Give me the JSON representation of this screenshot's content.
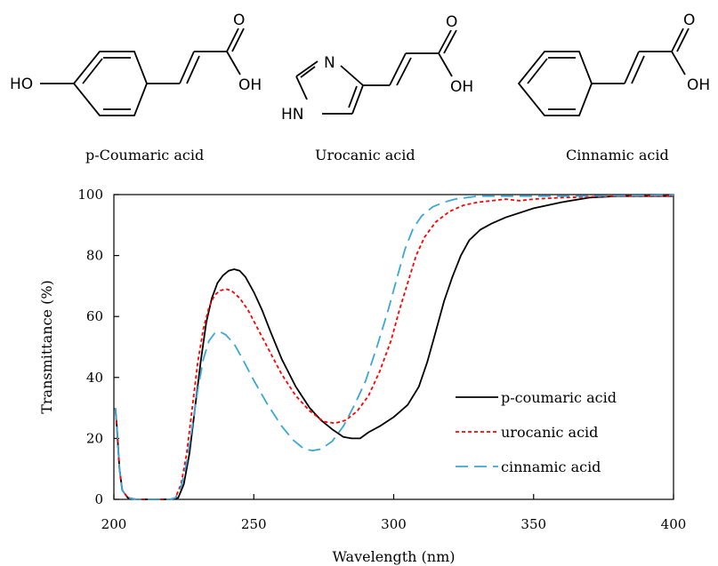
{
  "structures": [
    {
      "caption": "p-Coumaric acid",
      "atoms": {
        "ho": "HO",
        "o": "O",
        "oh": "OH"
      }
    },
    {
      "caption": "Urocanic acid",
      "atoms": {
        "n": "N",
        "hn": "HN",
        "o": "O",
        "oh": "OH"
      }
    },
    {
      "caption": "Cinnamic acid",
      "atoms": {
        "o": "O",
        "oh": "OH"
      }
    }
  ],
  "chart_data": {
    "type": "line",
    "title": "",
    "xlabel": "Wavelength (nm)",
    "ylabel": "Transmittance (%)",
    "xlim": [
      200,
      400
    ],
    "ylim": [
      0,
      100
    ],
    "xticks": [
      200,
      250,
      300,
      350,
      400
    ],
    "yticks": [
      0,
      20,
      40,
      60,
      80,
      100
    ],
    "grid": false,
    "legend_position": "lower-right",
    "series": [
      {
        "name": "p-coumaric acid",
        "color": "#000000",
        "style": "solid",
        "points": [
          [
            200.5,
            30
          ],
          [
            201,
            25
          ],
          [
            202,
            10
          ],
          [
            203,
            3
          ],
          [
            205,
            0.5
          ],
          [
            208,
            0
          ],
          [
            215,
            0
          ],
          [
            220,
            0
          ],
          [
            223,
            0.5
          ],
          [
            225,
            5
          ],
          [
            227,
            15
          ],
          [
            229,
            30
          ],
          [
            231,
            45
          ],
          [
            233,
            58
          ],
          [
            235,
            66
          ],
          [
            237,
            71
          ],
          [
            239,
            73.5
          ],
          [
            241,
            75
          ],
          [
            243,
            75.5
          ],
          [
            245,
            75
          ],
          [
            247,
            73
          ],
          [
            250,
            68
          ],
          [
            253,
            62
          ],
          [
            256,
            55
          ],
          [
            260,
            46
          ],
          [
            265,
            37
          ],
          [
            270,
            30
          ],
          [
            274,
            26
          ],
          [
            278,
            23
          ],
          [
            282,
            20.5
          ],
          [
            285,
            20
          ],
          [
            288,
            20
          ],
          [
            291,
            22
          ],
          [
            295,
            24
          ],
          [
            300,
            27
          ],
          [
            305,
            31
          ],
          [
            309,
            37
          ],
          [
            312,
            45
          ],
          [
            315,
            55
          ],
          [
            318,
            65
          ],
          [
            321,
            73
          ],
          [
            324,
            80
          ],
          [
            327,
            85
          ],
          [
            331,
            88.5
          ],
          [
            335,
            90.5
          ],
          [
            340,
            92.5
          ],
          [
            350,
            95.5
          ],
          [
            360,
            97.5
          ],
          [
            370,
            99
          ],
          [
            380,
            99.5
          ],
          [
            390,
            99.5
          ],
          [
            400,
            99.5
          ]
        ]
      },
      {
        "name": "urocanic acid",
        "color": "#ff0000",
        "style": "dotted",
        "points": [
          [
            200.5,
            30
          ],
          [
            201,
            25
          ],
          [
            202,
            10
          ],
          [
            203,
            3
          ],
          [
            205,
            0.5
          ],
          [
            208,
            0
          ],
          [
            215,
            0
          ],
          [
            220,
            0
          ],
          [
            222,
            0.5
          ],
          [
            224,
            5
          ],
          [
            226,
            15
          ],
          [
            228,
            30
          ],
          [
            230,
            45
          ],
          [
            232,
            56
          ],
          [
            234,
            63
          ],
          [
            236,
            67
          ],
          [
            238,
            68.5
          ],
          [
            240,
            69
          ],
          [
            242,
            68.5
          ],
          [
            245,
            66
          ],
          [
            248,
            62
          ],
          [
            252,
            55
          ],
          [
            256,
            48
          ],
          [
            260,
            41
          ],
          [
            265,
            34
          ],
          [
            270,
            29
          ],
          [
            275,
            25.5
          ],
          [
            279,
            25
          ],
          [
            283,
            26
          ],
          [
            287,
            29
          ],
          [
            291,
            34
          ],
          [
            295,
            42
          ],
          [
            299,
            52
          ],
          [
            302,
            62
          ],
          [
            305,
            71
          ],
          [
            308,
            80
          ],
          [
            311,
            86
          ],
          [
            315,
            91
          ],
          [
            320,
            94.5
          ],
          [
            325,
            96.5
          ],
          [
            330,
            97.5
          ],
          [
            335,
            98
          ],
          [
            340,
            98.5
          ],
          [
            345,
            98
          ],
          [
            350,
            98.5
          ],
          [
            360,
            99
          ],
          [
            380,
            99.5
          ],
          [
            400,
            99.5
          ]
        ]
      },
      {
        "name": "cinnamic acid",
        "color": "#3aa6d8",
        "style": "dashed",
        "points": [
          [
            200.5,
            30
          ],
          [
            201,
            25
          ],
          [
            202,
            10
          ],
          [
            203,
            3
          ],
          [
            205,
            0.5
          ],
          [
            208,
            0
          ],
          [
            215,
            0
          ],
          [
            220,
            0
          ],
          [
            222,
            0.5
          ],
          [
            224,
            4
          ],
          [
            226,
            12
          ],
          [
            228,
            24
          ],
          [
            230,
            36
          ],
          [
            232,
            46
          ],
          [
            234,
            52
          ],
          [
            236,
            54.5
          ],
          [
            238,
            55
          ],
          [
            240,
            54
          ],
          [
            243,
            51
          ],
          [
            246,
            46
          ],
          [
            250,
            39
          ],
          [
            255,
            31
          ],
          [
            260,
            24
          ],
          [
            264,
            19.5
          ],
          [
            268,
            16.5
          ],
          [
            271,
            16
          ],
          [
            274,
            16.5
          ],
          [
            278,
            19
          ],
          [
            282,
            24
          ],
          [
            286,
            31
          ],
          [
            290,
            39
          ],
          [
            294,
            50
          ],
          [
            298,
            62
          ],
          [
            301,
            72
          ],
          [
            304,
            82
          ],
          [
            307,
            89
          ],
          [
            310,
            93
          ],
          [
            314,
            96
          ],
          [
            318,
            97.5
          ],
          [
            322,
            98.5
          ],
          [
            330,
            99.5
          ],
          [
            340,
            99.5
          ],
          [
            360,
            99.5
          ],
          [
            400,
            99.8
          ]
        ]
      }
    ]
  }
}
